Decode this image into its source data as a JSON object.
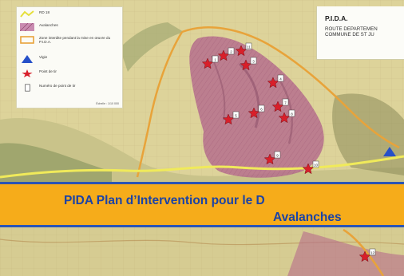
{
  "legend": {
    "items": [
      {
        "label": "RD 18",
        "icon": "road-line-icon"
      },
      {
        "label": "Avalanches",
        "icon": "avalanche-area-icon"
      },
      {
        "label": "Zone interdite pendant la mise en œuvre du P.I.D.A.",
        "icon": "restricted-zone-icon"
      },
      {
        "label": "Vigie",
        "icon": "lookout-triangle-icon"
      },
      {
        "label": "Point de tir",
        "icon": "firing-point-star-icon"
      },
      {
        "label": "Numéro de point de tir",
        "icon": "point-number-icon"
      }
    ],
    "scale": "Échelle : 1/10 000"
  },
  "pida": {
    "title": "P.I.D.A.",
    "subtitle_line1": "ROUTE DEPARTEMEN",
    "subtitle_line2": "COMMUNE DE ST JU"
  },
  "banner": {
    "line1": "PIDA Plan d’Intervention pour le D",
    "line2": "Avalanches"
  },
  "map": {
    "firing_point_labels": [
      "1",
      "2",
      "3",
      "4",
      "5",
      "6",
      "7",
      "8",
      "9",
      "10",
      "11",
      "12"
    ]
  },
  "colors": {
    "banner_bg": "#f6ac1a",
    "banner_text": "#1b43a6",
    "avalanche_zone": "#b56b8c",
    "restricted_zone_outline": "#e8a33a",
    "firing_point": "#d81f2a",
    "lookout": "#2650c8"
  }
}
